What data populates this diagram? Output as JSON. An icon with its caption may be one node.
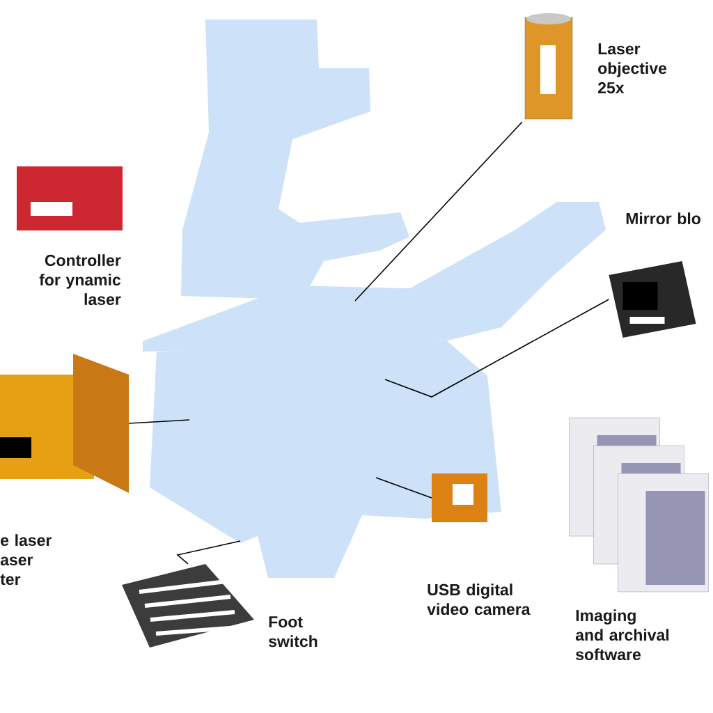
{
  "diagram": {
    "nodes": [
      {
        "text": [],
        "shape": "picture",
        "beside": [
          "Laser objective 25x"
        ]
      },
      {
        "text": [],
        "shape": "picture",
        "beside": [
          "Controller for ynamic laser"
        ]
      },
      {
        "text": [],
        "shape": "picture",
        "beside": [
          "Mirror blo"
        ]
      },
      {
        "text": [],
        "shape": "picture",
        "beside": [
          "e laser aser ter"
        ]
      },
      {
        "text": [],
        "shape": "picture",
        "beside": [
          "Foot switch"
        ]
      },
      {
        "text": [],
        "shape": "picture",
        "beside": [
          "USB digital video camera"
        ]
      },
      {
        "text": [],
        "shape": "picture",
        "beside": [
          "Imaging and archival software"
        ]
      }
    ],
    "edges": [
      {
        "from": 0,
        "to": null,
        "arrow": "none"
      },
      {
        "from": 2,
        "to": null,
        "arrow": "none"
      },
      {
        "from": 3,
        "to": null,
        "arrow": "none"
      },
      {
        "from": 4,
        "to": null,
        "arrow": "none"
      },
      {
        "from": 5,
        "to": null,
        "arrow": "none"
      }
    ]
  }
}
